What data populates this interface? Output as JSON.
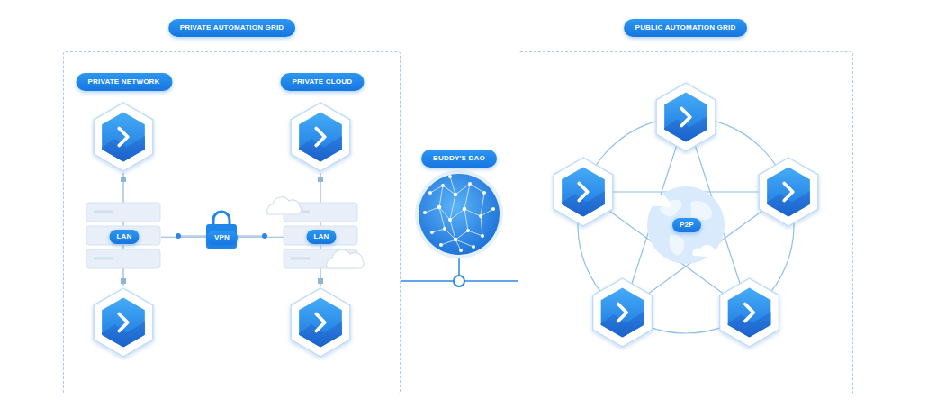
{
  "diagram": {
    "nodes": [
      {
        "text": [
          "PRIVATE AUTOMATION GRID"
        ]
      },
      {
        "text": [
          "PRIVATE NETWORK"
        ],
        "in": 0
      },
      {
        "text": [
          "PRIVATE CLOUD"
        ],
        "in": 0
      },
      {
        "text": [
          "LAN"
        ],
        "in": 0
      },
      {
        "text": [
          "VPN"
        ],
        "in": 0
      },
      {
        "text": [
          "LAN"
        ],
        "in": 0
      },
      {
        "text": [
          "BUDDY'S DAO"
        ]
      },
      {
        "text": [
          "PUBLIC AUTOMATION GRID"
        ]
      },
      {
        "text": [
          "P2P"
        ],
        "in": 7
      }
    ],
    "edges": [
      {
        "from": 3,
        "to": 4,
        "arrow": "none"
      },
      {
        "from": 4,
        "to": 5,
        "arrow": "none"
      },
      {
        "from": 0,
        "to": 6,
        "arrow": "none"
      },
      {
        "from": 6,
        "to": 7,
        "arrow": "none"
      }
    ]
  }
}
